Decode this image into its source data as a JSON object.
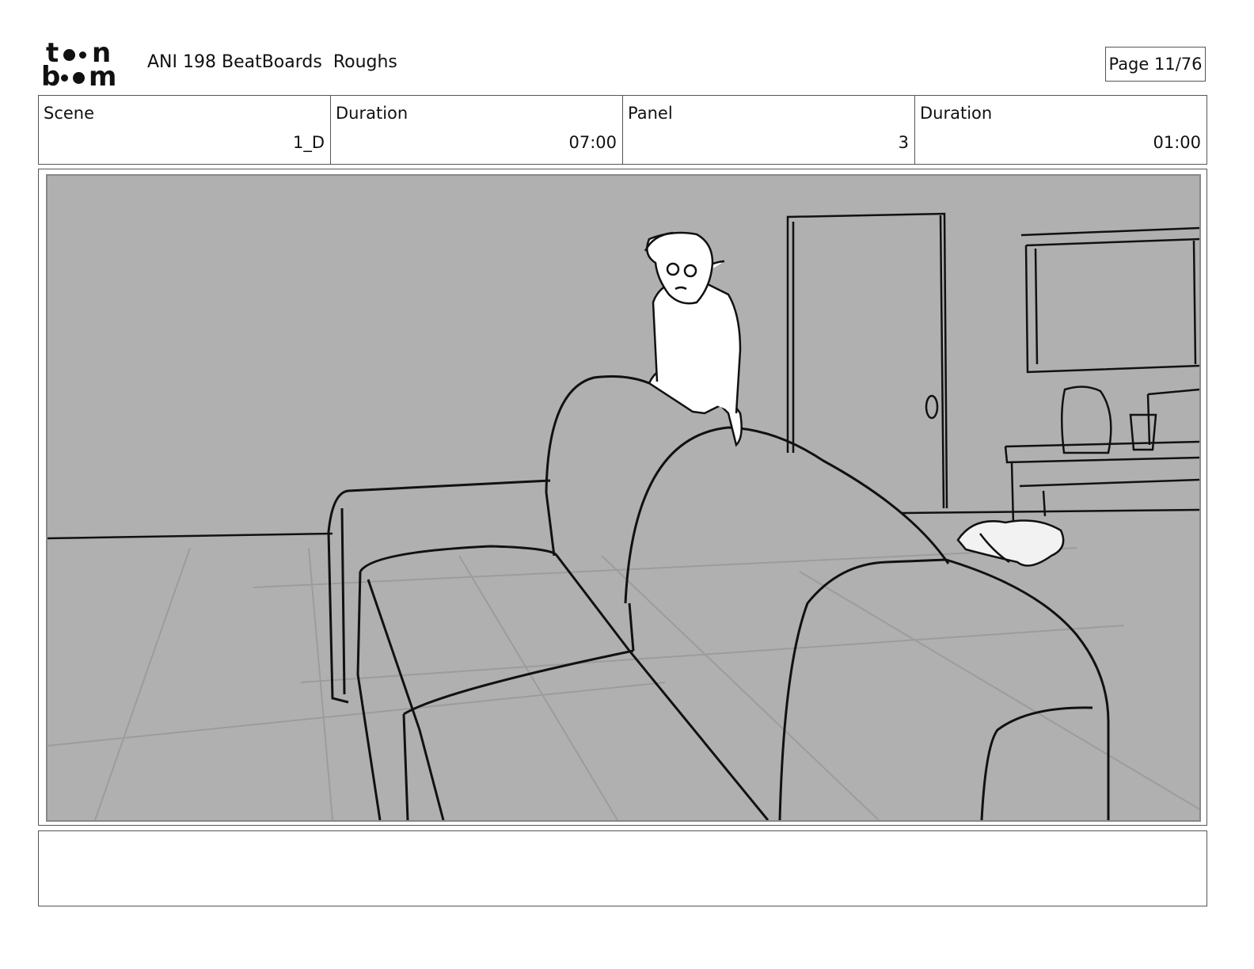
{
  "header": {
    "logo_line1": "toon",
    "logo_line2": "boom",
    "title": "ANI 198 BeatBoards  Roughs",
    "page": "Page 11/76"
  },
  "info": {
    "scene_label": "Scene",
    "scene_value": "1_D",
    "scene_duration_label": "Duration",
    "scene_duration_value": "07:00",
    "panel_label": "Panel",
    "panel_value": "3",
    "panel_duration_label": "Duration",
    "panel_duration_value": "01:00"
  },
  "panel": {
    "background_color": "#b0b0b0",
    "line_color": "#111111"
  },
  "notes": {
    "text": ""
  }
}
